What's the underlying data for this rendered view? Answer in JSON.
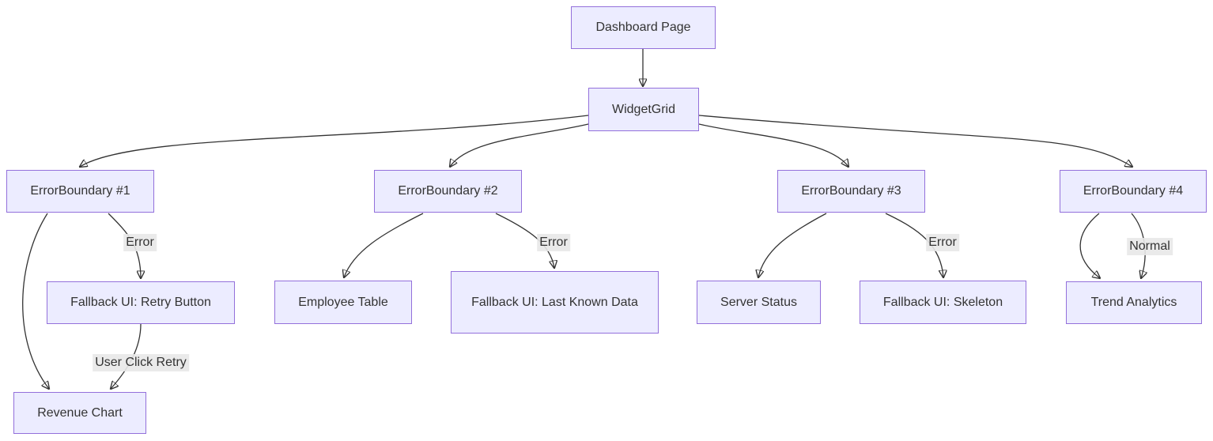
{
  "diagram": {
    "type": "flowchart",
    "direction": "top-down",
    "background": "#ffffff",
    "colors": {
      "node_fill": "#ECECFF",
      "node_border": "#9370DB",
      "node_text": "#333333",
      "edge_stroke": "#333333",
      "edge_label_bg": "#e8e8e8",
      "edge_label_text": "#333333"
    },
    "nodes": [
      {
        "id": "dashboard",
        "label": "Dashboard Page"
      },
      {
        "id": "widgetgrid",
        "label": "WidgetGrid"
      },
      {
        "id": "errorboundary1",
        "label": "ErrorBoundary #1"
      },
      {
        "id": "errorboundary2",
        "label": "ErrorBoundary #2"
      },
      {
        "id": "errorboundary3",
        "label": "ErrorBoundary #3"
      },
      {
        "id": "errorboundary4",
        "label": "ErrorBoundary #4"
      },
      {
        "id": "fallback_retry",
        "label": "Fallback UI: Retry Button"
      },
      {
        "id": "employee_table",
        "label": "Employee Table"
      },
      {
        "id": "fallback_lastknown",
        "label": "Fallback UI: Last Known Data"
      },
      {
        "id": "server_status",
        "label": "Server Status"
      },
      {
        "id": "fallback_skeleton",
        "label": "Fallback UI: Skeleton"
      },
      {
        "id": "trend_analytics",
        "label": "Trend Analytics"
      },
      {
        "id": "revenue_chart",
        "label": "Revenue Chart"
      }
    ],
    "edges": [
      {
        "from": "dashboard",
        "to": "widgetgrid",
        "label": ""
      },
      {
        "from": "widgetgrid",
        "to": "errorboundary1",
        "label": ""
      },
      {
        "from": "widgetgrid",
        "to": "errorboundary2",
        "label": ""
      },
      {
        "from": "widgetgrid",
        "to": "errorboundary3",
        "label": ""
      },
      {
        "from": "widgetgrid",
        "to": "errorboundary4",
        "label": ""
      },
      {
        "from": "errorboundary1",
        "to": "revenue_chart",
        "label": ""
      },
      {
        "from": "errorboundary1",
        "to": "fallback_retry",
        "label": "Error"
      },
      {
        "from": "fallback_retry",
        "to": "revenue_chart",
        "label": "User Click Retry"
      },
      {
        "from": "errorboundary2",
        "to": "employee_table",
        "label": ""
      },
      {
        "from": "errorboundary2",
        "to": "fallback_lastknown",
        "label": "Error"
      },
      {
        "from": "errorboundary3",
        "to": "server_status",
        "label": ""
      },
      {
        "from": "errorboundary3",
        "to": "fallback_skeleton",
        "label": "Error"
      },
      {
        "from": "errorboundary4",
        "to": "trend_analytics",
        "label": ""
      },
      {
        "from": "errorboundary4",
        "to": "trend_analytics",
        "label": "Normal"
      }
    ]
  }
}
